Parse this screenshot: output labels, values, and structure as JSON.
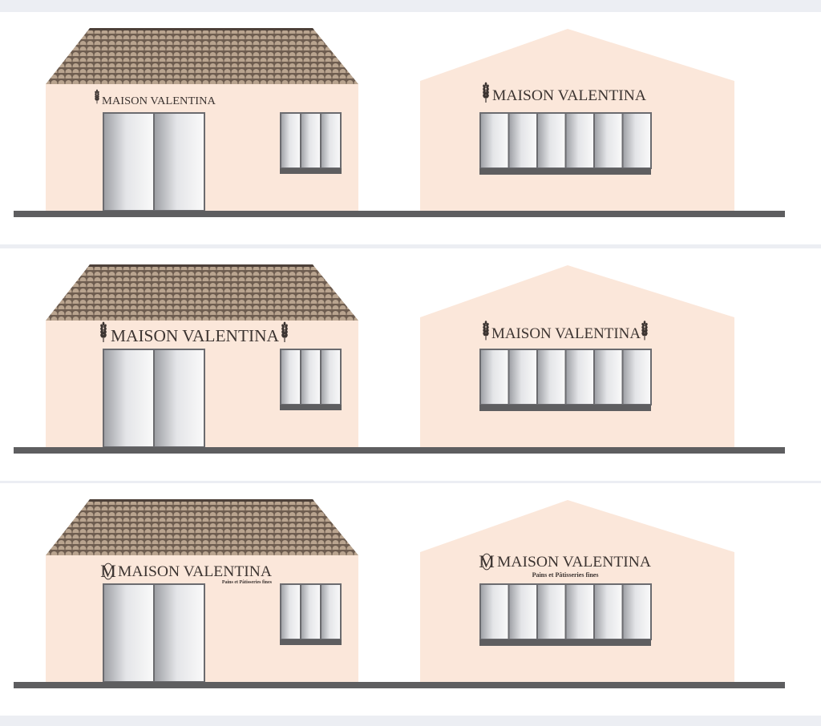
{
  "colors": {
    "wall": "#fbe7da",
    "roof": "#8a7766",
    "ground": "#5e5e60",
    "frame": "#6b6b6f",
    "sign": "#3c3431"
  },
  "panels": [
    {
      "variant": "wheat-left",
      "left_sign": "MAISON VALENTINA",
      "right_sign": "MAISON VALENTINA"
    },
    {
      "variant": "wheat-both",
      "left_sign": "MAISON VALENTINA",
      "right_sign": "MAISON VALENTINA"
    },
    {
      "variant": "monogram",
      "left_sign": "MAISON VALENTINA",
      "right_sign": "MAISON VALENTINA",
      "monogram": "M",
      "tagline": "Pains et Pâtisseries fines"
    }
  ]
}
